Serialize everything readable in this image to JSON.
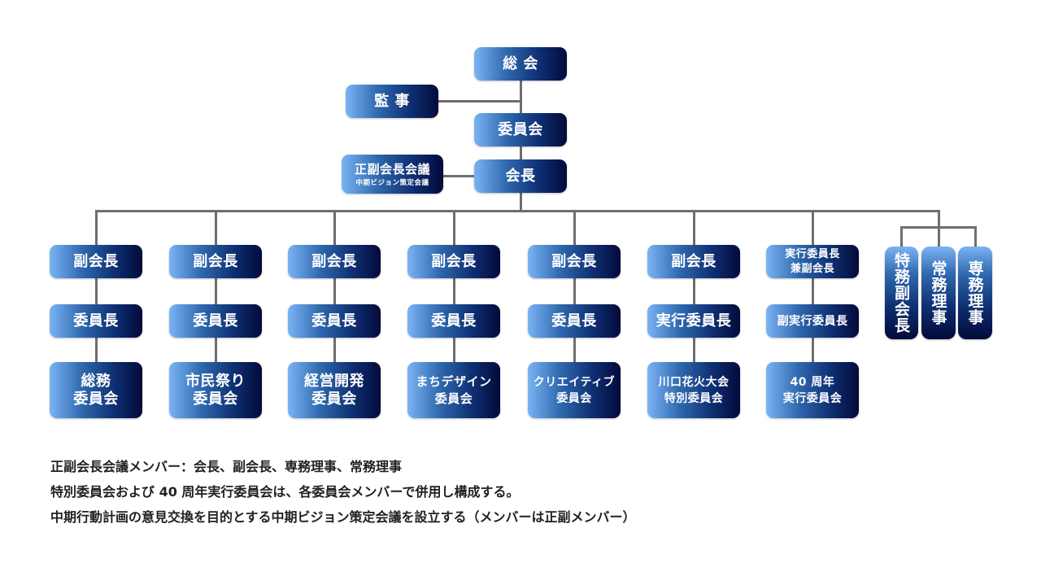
{
  "top": {
    "general_assembly": "総 会",
    "auditor": "監 事",
    "committee": "委員会",
    "president": "会長",
    "council": {
      "title": "正副会長会議",
      "subtitle": "中期ビジョン策定会議"
    }
  },
  "columns": [
    {
      "vice": "副会長",
      "chair": "委員長",
      "committee": [
        "総務",
        "委員会"
      ]
    },
    {
      "vice": "副会長",
      "chair": "委員長",
      "committee": [
        "市民祭り",
        "委員会"
      ]
    },
    {
      "vice": "副会長",
      "chair": "委員長",
      "committee": [
        "経営開発",
        "委員会"
      ]
    },
    {
      "vice": "副会長",
      "chair": "委員長",
      "committee": [
        "まちデザイン",
        "委員会"
      ]
    },
    {
      "vice": "副会長",
      "chair": "委員長",
      "committee": [
        "クリエイティブ",
        "委員会"
      ]
    },
    {
      "vice": "副会長",
      "chair": "実行委員長",
      "committee": [
        "川口花火大会",
        "特別委員会"
      ]
    },
    {
      "vice": [
        "実行委員長",
        "兼副会長"
      ],
      "chair": "副実行委員長",
      "committee": [
        "40 周年",
        "実行委員会"
      ]
    }
  ],
  "officers": [
    "特務副会長",
    "常務理事",
    "専務理事"
  ],
  "notes": [
    "正副会長会議メンバー：会長、副会長、専務理事、常務理事",
    "特別委員会および 40 周年実行委員会は、各委員会メンバーで併用し構成する。",
    "中期行動計画の意見交換を目的とする中期ビジョン策定会議を設立する（メンバーは正副メンバー）"
  ],
  "colors": {
    "box_light": "#7ab4f4",
    "box_dark": "#030a3a",
    "connector": "#6e6e6e",
    "text": "#231f20"
  }
}
